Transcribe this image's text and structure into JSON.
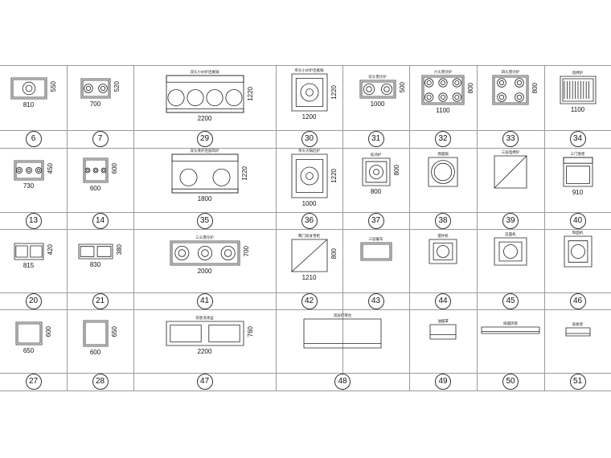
{
  "items": [
    {
      "id": "6",
      "width": "810",
      "height": "550",
      "label": ""
    },
    {
      "id": "7",
      "width": "700",
      "height": "520",
      "label": ""
    },
    {
      "id": "29",
      "width": "2200",
      "height": "1220",
      "label": "双头小炒炉连尾锅"
    },
    {
      "id": "30",
      "width": "1200",
      "height": "1220",
      "label": "单头小炒炉连尾锅"
    },
    {
      "id": "31",
      "width": "1000",
      "height": "500",
      "label": "双头煲仔炉"
    },
    {
      "id": "32",
      "width": "1100",
      "height": "800",
      "label": "六头煲仔炉"
    },
    {
      "id": "33",
      "width": "",
      "height": "800",
      "label": "四头煲仔炉"
    },
    {
      "id": "34",
      "width": "1100",
      "height": "",
      "label": "烧烤炉"
    },
    {
      "id": "13",
      "width": "730",
      "height": "450",
      "label": ""
    },
    {
      "id": "14",
      "width": "600",
      "height": "600",
      "label": ""
    },
    {
      "id": "35",
      "width": "1800",
      "height": "1220",
      "label": "双头蒸炉连鼓风炉"
    },
    {
      "id": "36",
      "width": "1000",
      "height": "1220",
      "label": "单头大锅灶炉"
    },
    {
      "id": "37",
      "width": "800",
      "height": "800",
      "label": "低汤炉"
    },
    {
      "id": "38",
      "width": "",
      "height": "",
      "label": "摇摆锅"
    },
    {
      "id": "39",
      "width": "",
      "height": "",
      "label": "三层电烤炉"
    },
    {
      "id": "40",
      "width": "910",
      "height": "",
      "label": "三门蒸柜"
    },
    {
      "id": "20",
      "width": "815",
      "height": "420",
      "label": ""
    },
    {
      "id": "21",
      "width": "830",
      "height": "380",
      "label": ""
    },
    {
      "id": "41",
      "width": "2000",
      "height": "700",
      "label": "三头煲仔炉"
    },
    {
      "id": "42",
      "width": "1210",
      "height": "800",
      "label": "两门高身雪柜"
    },
    {
      "id": "43",
      "width": "",
      "height": "",
      "label": "三层餐车"
    },
    {
      "id": "44",
      "width": "",
      "height": "",
      "label": "搅拌机"
    },
    {
      "id": "45",
      "width": "",
      "height": "",
      "label": "压面机"
    },
    {
      "id": "46",
      "width": "",
      "height": "",
      "label": "和面机"
    },
    {
      "id": "27",
      "width": "650",
      "height": "600",
      "label": ""
    },
    {
      "id": "28",
      "width": "600",
      "height": "650",
      "label": ""
    },
    {
      "id": "47",
      "width": "2200",
      "height": "760",
      "label": "双星洗涤盆"
    },
    {
      "id": "48",
      "width": "",
      "height": "",
      "label": "双层打荷台"
    },
    {
      "id": "49",
      "width": "",
      "height": "",
      "label": "油烟罩"
    },
    {
      "id": "50",
      "width": "",
      "height": "",
      "label": "排烟风管"
    },
    {
      "id": "51",
      "width": "",
      "height": "",
      "label": "层板架"
    }
  ]
}
